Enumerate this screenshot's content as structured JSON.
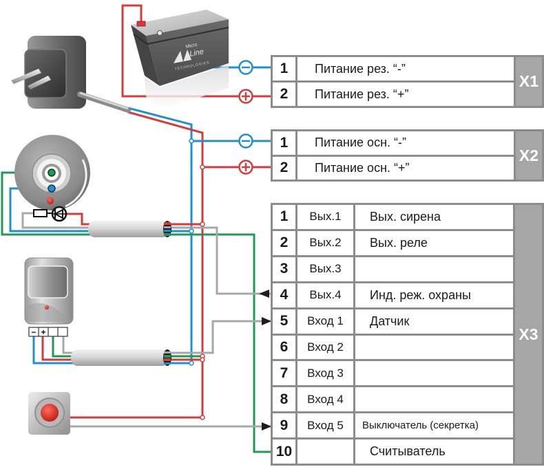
{
  "wire_colors": {
    "negative": "#1f8fd1",
    "positive": "#d63a3a",
    "reader_data": "#1f9a52",
    "signal": "#a8a8a8",
    "connector_border": "#8c8c8c",
    "connector_label_bg": "#a6a6a6"
  },
  "battery": {
    "brand_line1": "Micro",
    "brand_line2": "Line",
    "brand_line3": "TECHNOLOGIES"
  },
  "pir_sensor": {
    "terminals": [
      "−",
      "+",
      "",
      ""
    ]
  },
  "polarity_markers": [
    {
      "connector": "X1",
      "pin": "1",
      "icon": "minus-icon"
    },
    {
      "connector": "X1",
      "pin": "2",
      "icon": "plus-icon"
    },
    {
      "connector": "X2",
      "pin": "1",
      "icon": "minus-icon"
    },
    {
      "connector": "X2",
      "pin": "2",
      "icon": "plus-icon"
    }
  ],
  "devices": [
    "power-adapter",
    "backup-battery",
    "touch-memory-reader",
    "pir-motion-sensor",
    "push-button"
  ],
  "connectors": [
    {
      "id": "X1",
      "rows": [
        {
          "num": "1",
          "label": "Питание рез. “-”"
        },
        {
          "num": "2",
          "label": "Питание рез. “+”"
        }
      ]
    },
    {
      "id": "X2",
      "rows": [
        {
          "num": "1",
          "label": "Питание осн. “-”"
        },
        {
          "num": "2",
          "label": "Питание осн. “+”"
        }
      ]
    },
    {
      "id": "X3",
      "rows": [
        {
          "num": "1",
          "signal": "Вых.1",
          "description": "Вых. сирена"
        },
        {
          "num": "2",
          "signal": "Вых.2",
          "description": "Вых. реле"
        },
        {
          "num": "3",
          "signal": "Вых.3",
          "description": ""
        },
        {
          "num": "4",
          "signal": "Вых.4",
          "description": "Инд. реж. охраны"
        },
        {
          "num": "5",
          "signal": "Вход 1",
          "description": "Датчик"
        },
        {
          "num": "6",
          "signal": "Вход 2",
          "description": ""
        },
        {
          "num": "7",
          "signal": "Вход 3",
          "description": ""
        },
        {
          "num": "8",
          "signal": "Вход 4",
          "description": ""
        },
        {
          "num": "9",
          "signal": "Вход 5",
          "description": "Выключатель (секретка)"
        },
        {
          "num": "10",
          "signal": "",
          "description": "Считыватель"
        }
      ]
    }
  ]
}
